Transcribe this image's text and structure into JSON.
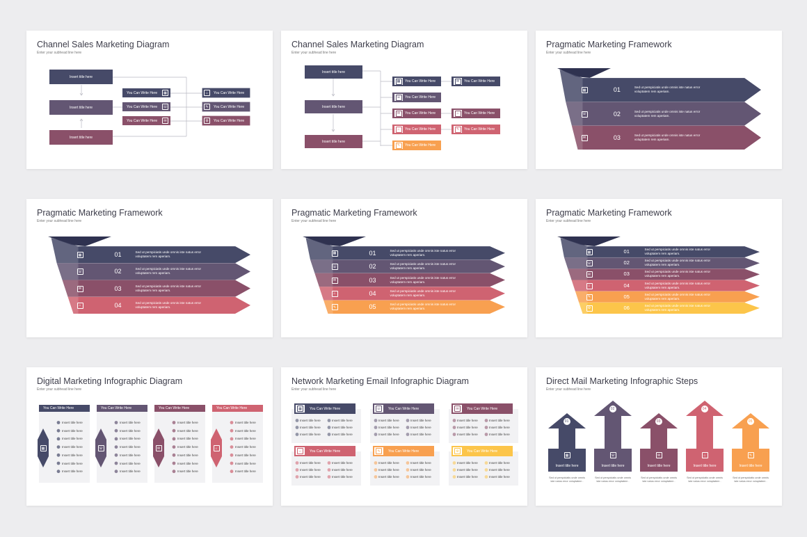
{
  "palette": {
    "navy": "#464a68",
    "purple": "#635673",
    "mauve": "#8a5069",
    "rose": "#cf6371",
    "orange": "#f8a050",
    "yellow": "#fcc54a"
  },
  "slides": [
    {
      "title": "Channel Sales Marketing Diagram",
      "subtitle": "Enter your subhead line here",
      "left_boxes": [
        "Insert title here",
        "Insert title here",
        "Insert title here"
      ],
      "mid_boxes": [
        "You Can Write Here",
        "You Can Write Here",
        "You Can Write Here"
      ],
      "right_boxes": [
        "You Can Write Here",
        "You Can Write Here",
        "You Can Write Here"
      ]
    },
    {
      "title": "Channel Sales Marketing Diagram",
      "subtitle": "Enter your subhead line here",
      "left_boxes": [
        "Insert title here",
        "Insert title here",
        "Insert title here"
      ],
      "mid_boxes": [
        "You Can Write Here",
        "You Can Write Here",
        "You Can Write Here",
        "You Can Write Here",
        "You Can Write Here"
      ],
      "right_boxes": [
        "You Can Write Here",
        "You Can Write Here",
        "You Can Write Here"
      ]
    },
    {
      "title": "Pragmatic Marketing Framework",
      "subtitle": "Enter your subhead line here",
      "steps": [
        {
          "num": "01",
          "text": "Sed ut perspiciatis unde omnis iste natus error voluptatem rem aperiam."
        },
        {
          "num": "02",
          "text": "Sed ut perspiciatis unde omnis iste natus error voluptatem rem aperiam."
        },
        {
          "num": "03",
          "text": "Sed ut perspiciatis unde omnis iste natus error voluptatem rem aperiam."
        }
      ]
    },
    {
      "title": "Pragmatic Marketing Framework",
      "subtitle": "Enter your subhead line here",
      "steps": [
        {
          "num": "01",
          "text": "Sed ut perspiciatis unde omnis iste natus error voluptatem rem aperiam."
        },
        {
          "num": "02",
          "text": "Sed ut perspiciatis unde omnis iste natus error voluptatem rem aperiam."
        },
        {
          "num": "03",
          "text": "Sed ut perspiciatis unde omnis iste natus error voluptatem rem aperiam."
        },
        {
          "num": "04",
          "text": "Sed ut perspiciatis unde omnis iste natus error voluptatem rem aperiam."
        }
      ]
    },
    {
      "title": "Pragmatic Marketing Framework",
      "subtitle": "Enter your subhead line here",
      "steps": [
        {
          "num": "01",
          "text": "Sed ut perspiciatis unde omnis iste natus error voluptatem rem aperiam."
        },
        {
          "num": "02",
          "text": "Sed ut perspiciatis unde omnis iste natus error voluptatem rem aperiam."
        },
        {
          "num": "03",
          "text": "Sed ut perspiciatis unde omnis iste natus error voluptatem rem aperiam."
        },
        {
          "num": "04",
          "text": "Sed ut perspiciatis unde omnis iste natus error voluptatem rem aperiam."
        },
        {
          "num": "05",
          "text": "Sed ut perspiciatis unde omnis iste natus error voluptatem rem aperiam."
        }
      ]
    },
    {
      "title": "Pragmatic Marketing Framework",
      "subtitle": "Enter your subhead line here",
      "steps": [
        {
          "num": "01",
          "text": "Sed ut perspiciatis unde omnis iste natus error voluptatem rem aperiam."
        },
        {
          "num": "02",
          "text": "Sed ut perspiciatis unde omnis iste natus error voluptatem rem aperiam."
        },
        {
          "num": "03",
          "text": "Sed ut perspiciatis unde omnis iste natus error voluptatem rem aperiam."
        },
        {
          "num": "04",
          "text": "Sed ut perspiciatis unde omnis iste natus error voluptatem rem aperiam."
        },
        {
          "num": "05",
          "text": "Sed ut perspiciatis unde omnis iste natus error voluptatem rem aperiam."
        },
        {
          "num": "06",
          "text": "Sed ut perspiciatis unde omnis iste natus error voluptatem rem aperiam."
        }
      ]
    },
    {
      "title": "Digital Marketing Infographic Diagram",
      "subtitle": "Enter your subhead line here",
      "columns": [
        {
          "header": "You Can Write Here",
          "items": [
            "Insert title here",
            "Insert title here",
            "Insert title here",
            "Insert title here",
            "Insert title here",
            "Insert title here",
            "Insert title here"
          ]
        },
        {
          "header": "You Can Write Here",
          "items": [
            "Insert title here",
            "Insert title here",
            "Insert title here",
            "Insert title here",
            "Insert title here",
            "Insert title here",
            "Insert title here"
          ]
        },
        {
          "header": "You Can Write Here",
          "items": [
            "Insert title here",
            "Insert title here",
            "Insert title here",
            "Insert title here",
            "Insert title here",
            "Insert title here",
            "Insert title here"
          ]
        },
        {
          "header": "You Can Write Here",
          "items": [
            "Insert title here",
            "Insert title here",
            "Insert title here",
            "Insert title here",
            "Insert title here",
            "Insert title here",
            "Insert title here"
          ]
        }
      ]
    },
    {
      "title": "Network Marketing Email Infographic Diagram",
      "subtitle": "Enter your subhead line here",
      "cards": [
        {
          "header": "You Can Write Here",
          "items": [
            "Insert title here",
            "Insert title here",
            "Insert title here",
            "Insert title here",
            "Insert title here",
            "Insert title here"
          ]
        },
        {
          "header": "You Can Write Here",
          "items": [
            "Insert title here",
            "Insert title here",
            "Insert title here",
            "Insert title here",
            "Insert title here",
            "Insert title here"
          ]
        },
        {
          "header": "You Can Write Here",
          "items": [
            "Insert title here",
            "Insert title here",
            "Insert title here",
            "Insert title here",
            "Insert title here",
            "Insert title here"
          ]
        },
        {
          "header": "You Can Write Here",
          "items": [
            "Insert title here",
            "Insert title here",
            "Insert title here",
            "Insert title here",
            "Insert title here",
            "Insert title here"
          ]
        },
        {
          "header": "You Can Write Here",
          "items": [
            "Insert title here",
            "Insert title here",
            "Insert title here",
            "Insert title here",
            "Insert title here",
            "Insert title here"
          ]
        },
        {
          "header": "You Can Write Here",
          "items": [
            "Insert title here",
            "Insert title here",
            "Insert title here",
            "Insert title here",
            "Insert title here",
            "Insert title here"
          ]
        }
      ]
    },
    {
      "title": "Direct Mail Marketing Infographic Steps",
      "subtitle": "Enter your subhead line here",
      "arrows": [
        {
          "num": "01",
          "label": "Insert title here",
          "caption": "Sed ut perspiciatis unde omnis iste natus error voluptatem ."
        },
        {
          "num": "02",
          "label": "Insert title here",
          "caption": "Sed ut perspiciatis unde omnis iste natus error voluptatem ."
        },
        {
          "num": "03",
          "label": "Insert title here",
          "caption": "Sed ut perspiciatis unde omnis iste natus error voluptatem ."
        },
        {
          "num": "04",
          "label": "Insert title here",
          "caption": "Sed ut perspiciatis unde omnis iste natus error voluptatem ."
        },
        {
          "num": "05",
          "label": "Insert title here",
          "caption": "Sed ut perspiciatis unde omnis iste natus error voluptatem ."
        }
      ]
    }
  ]
}
